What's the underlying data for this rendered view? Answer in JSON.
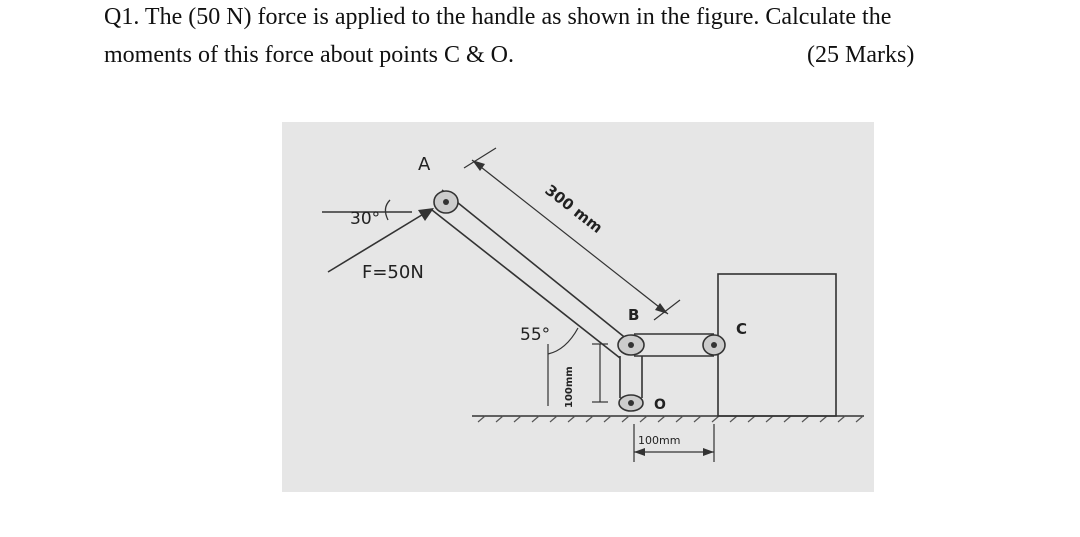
{
  "question": {
    "number": "Q1.",
    "line1": "The (50 N) force is applied to the handle as shown in the figure. Calculate the",
    "line2": "moments of this force about points C & O.",
    "marks": "(25 Marks)"
  },
  "figure": {
    "label_a": "A",
    "label_b": "B",
    "label_c": "C",
    "label_o": "O",
    "angle_force": "30°",
    "force_label": "F=50N",
    "dim_handle": "300 mm",
    "angle_handle": "55°",
    "dim_vertical": "100mm",
    "dim_horizontal": "100mm"
  }
}
